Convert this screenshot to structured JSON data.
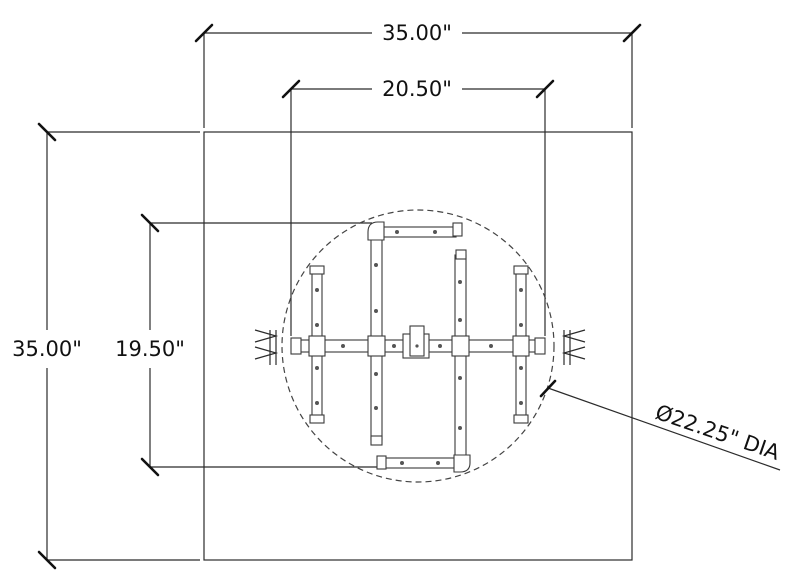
{
  "dimensions": {
    "top_outer": "35.00\"",
    "top_inner": "20.50\"",
    "left_outer": "35.00\"",
    "left_inner": "19.50\"",
    "diameter": "Ø22.25\" DIA"
  },
  "colors": {
    "line": "#2b2b2b",
    "background": "#ffffff"
  }
}
